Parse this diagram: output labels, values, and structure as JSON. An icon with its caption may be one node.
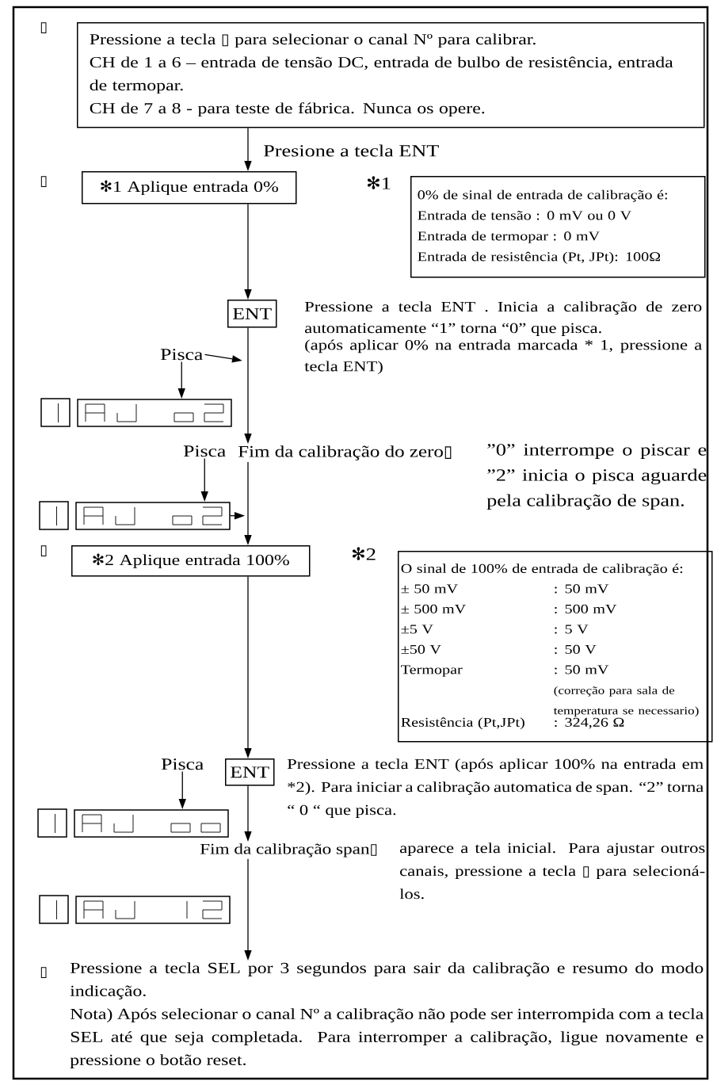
{
  "diagram": {
    "nodes": [
      {
        "text": [
          "Pressione a tecla ▯ para selecionar o canal Nº para calibrar.",
          "CH de 1 a 6 – entrada de tensão DC, entrada de bulbo de resistência, entrada de termopar.",
          "CH de 7 a 8 - para teste de fábrica. Nunca os opere."
        ]
      },
      {
        "text": [
          "✻1 Aplique entrada 0%"
        ]
      },
      {
        "text": [
          "0% de sinal de entrada de calibração é:",
          "Entrada de tensão : 0 mV ou 0 V",
          "Entrada de termopar : 0 mV",
          "Entrada de resistência (Pt, JPt): 100Ω"
        ],
        "beside": [
          "✻1"
        ]
      },
      {
        "text": [
          "ENT"
        ],
        "beside": [
          "Pressione a tecla ENT . Inicia a calibração de zero automaticamente “1” torna “0” que pisca.",
          "(após aplicar 0% na entrada marcada * 1, pressione a tecla ENT)"
        ]
      },
      {
        "text": [
          "Pisca"
        ]
      },
      {
        "text": [],
        "shape": "picture"
      },
      {
        "text": [
          "Pisca"
        ]
      },
      {
        "text": [
          "Fim da calibração do zero▯"
        ],
        "beside": [
          "”0” interrompe o piscar e ”2” inicia o pisca aguarde pela calibração de span."
        ]
      },
      {
        "text": [],
        "shape": "picture"
      },
      {
        "text": [
          "✻2 Aplique entrada 100%"
        ]
      },
      {
        "text": [
          "O sinal de 100% de entrada de calibração é:",
          "± 50 mV",
          ": 50 mV",
          "± 500 mV",
          ": 500 mV",
          "±5 V",
          ": 5 V",
          "±50 V",
          ": 50 V",
          "Termopar",
          ": 50 mV",
          "(correção para sala de temperatura se necessario)",
          "Resistência (Pt,JPt)",
          ": 324,26 Ω"
        ],
        "beside": [
          "✻2"
        ]
      },
      {
        "text": [
          "Pisca"
        ]
      },
      {
        "text": [
          "ENT"
        ],
        "beside": [
          "Pressione a tecla ENT (após aplicar 100% na entrada em *2). Para iniciar a calibração automatica de span. “2” torna “ 0 “ que pisca."
        ]
      },
      {
        "text": [],
        "shape": "picture"
      },
      {
        "text": [
          "Fim da calibração span▯"
        ],
        "beside": [
          "aparece a tela inicial. Para ajustar outros canais, pressione a tecla ▯ para selecioná-los."
        ]
      },
      {
        "text": [],
        "shape": "picture"
      },
      {
        "text": [
          "Pressione a tecla SEL por 3 segundos para sair da calibração e resumo do modo indicação.",
          "Nota) Após selecionar o canal Nº a calibração não pode ser interrompida com a tecla SEL até que seja completada. Para interromper a calibração, ligue novamente e pressione o botão reset."
        ]
      }
    ],
    "edges": [
      {
        "from": 0,
        "to": 1,
        "arrow": "to",
        "label": "Presione a tecla ENT"
      },
      {
        "from": 1,
        "to": 3,
        "arrow": "to"
      },
      {
        "from": 3,
        "to": 7,
        "arrow": "to"
      },
      {
        "from": 4,
        "to": null,
        "arrow": "to"
      },
      {
        "from": 4,
        "to": 5,
        "arrow": "to"
      },
      {
        "from": 6,
        "to": 8,
        "arrow": "to"
      },
      {
        "from": 7,
        "to": 9,
        "arrow": "to"
      },
      {
        "from": 8,
        "to": 7,
        "arrow": "to"
      },
      {
        "from": 9,
        "to": 12,
        "arrow": "to"
      },
      {
        "from": 11,
        "to": 13,
        "arrow": "to"
      },
      {
        "from": 12,
        "to": 14,
        "arrow": "to"
      },
      {
        "from": 14,
        "to": 16,
        "arrow": "to"
      }
    ],
    "labels": [
      "▯",
      "▯",
      "▯",
      "▯"
    ]
  }
}
